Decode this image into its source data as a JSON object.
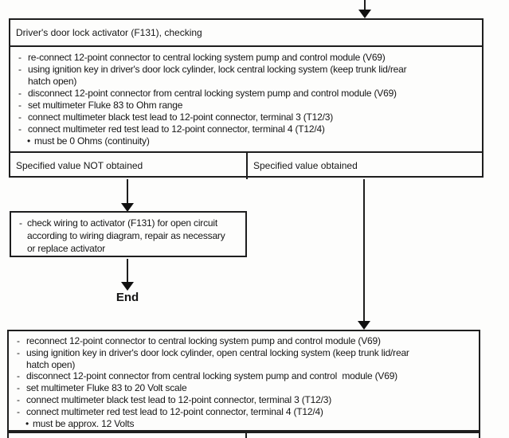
{
  "colors": {
    "ink": "#1e1e1e",
    "paper": "#fdfdfc"
  },
  "flow": {
    "title": "Driver's door lock activator (F131), checking",
    "procedure_1": {
      "items": [
        {
          "marker": "-",
          "text": "re-connect 12-point connector to central locking system pump and control module (V69)"
        },
        {
          "marker": "-",
          "text": "using ignition key in driver's door lock cylinder, lock central locking system (keep trunk lid/rear\nhatch open)"
        },
        {
          "marker": "-",
          "text": "disconnect 12-point connector from central locking system pump and control module (V69)"
        },
        {
          "marker": "-",
          "text": "set multimeter Fluke 83 to Ohm range"
        },
        {
          "marker": "-",
          "text": "connect multimeter black test lead to 12-point connector, terminal 3 (T12/3)"
        },
        {
          "marker": "-",
          "text": "connect multimeter red test lead to 12-point connector, terminal 4 (T12/4)"
        },
        {
          "marker": "•",
          "text": "must be 0 Ohms (continuity)"
        }
      ]
    },
    "decision_1": {
      "not_obtained": "Specified value NOT obtained",
      "obtained": "Specified value obtained"
    },
    "action_box": {
      "marker": "-",
      "text": "check wiring to activator (F131) for open circuit\naccording to wiring diagram, repair as necessary\nor replace activator"
    },
    "end_label": "End",
    "procedure_2": {
      "items": [
        {
          "marker": "-",
          "text": "reconnect 12-point connector to central locking system pump and control module (V69)"
        },
        {
          "marker": "-",
          "text": "using ignition key in driver's door lock cylinder, open central locking system (keep trunk lid/rear\nhatch open)"
        },
        {
          "marker": "-",
          "text": "disconnect 12-point connector from central locking system pump and control  module (V69)"
        },
        {
          "marker": "-",
          "text": "set multimeter Fluke 83 to 20 Volt scale"
        },
        {
          "marker": "-",
          "text": "connect multimeter black test lead to 12-point connector, terminal 3 (T12/3)"
        },
        {
          "marker": "-",
          "text": "connect multimeter red test lead to 12-point connector, terminal 4 (T12/4)"
        },
        {
          "marker": "•",
          "text": "must be approx. 12 Volts"
        }
      ]
    }
  }
}
